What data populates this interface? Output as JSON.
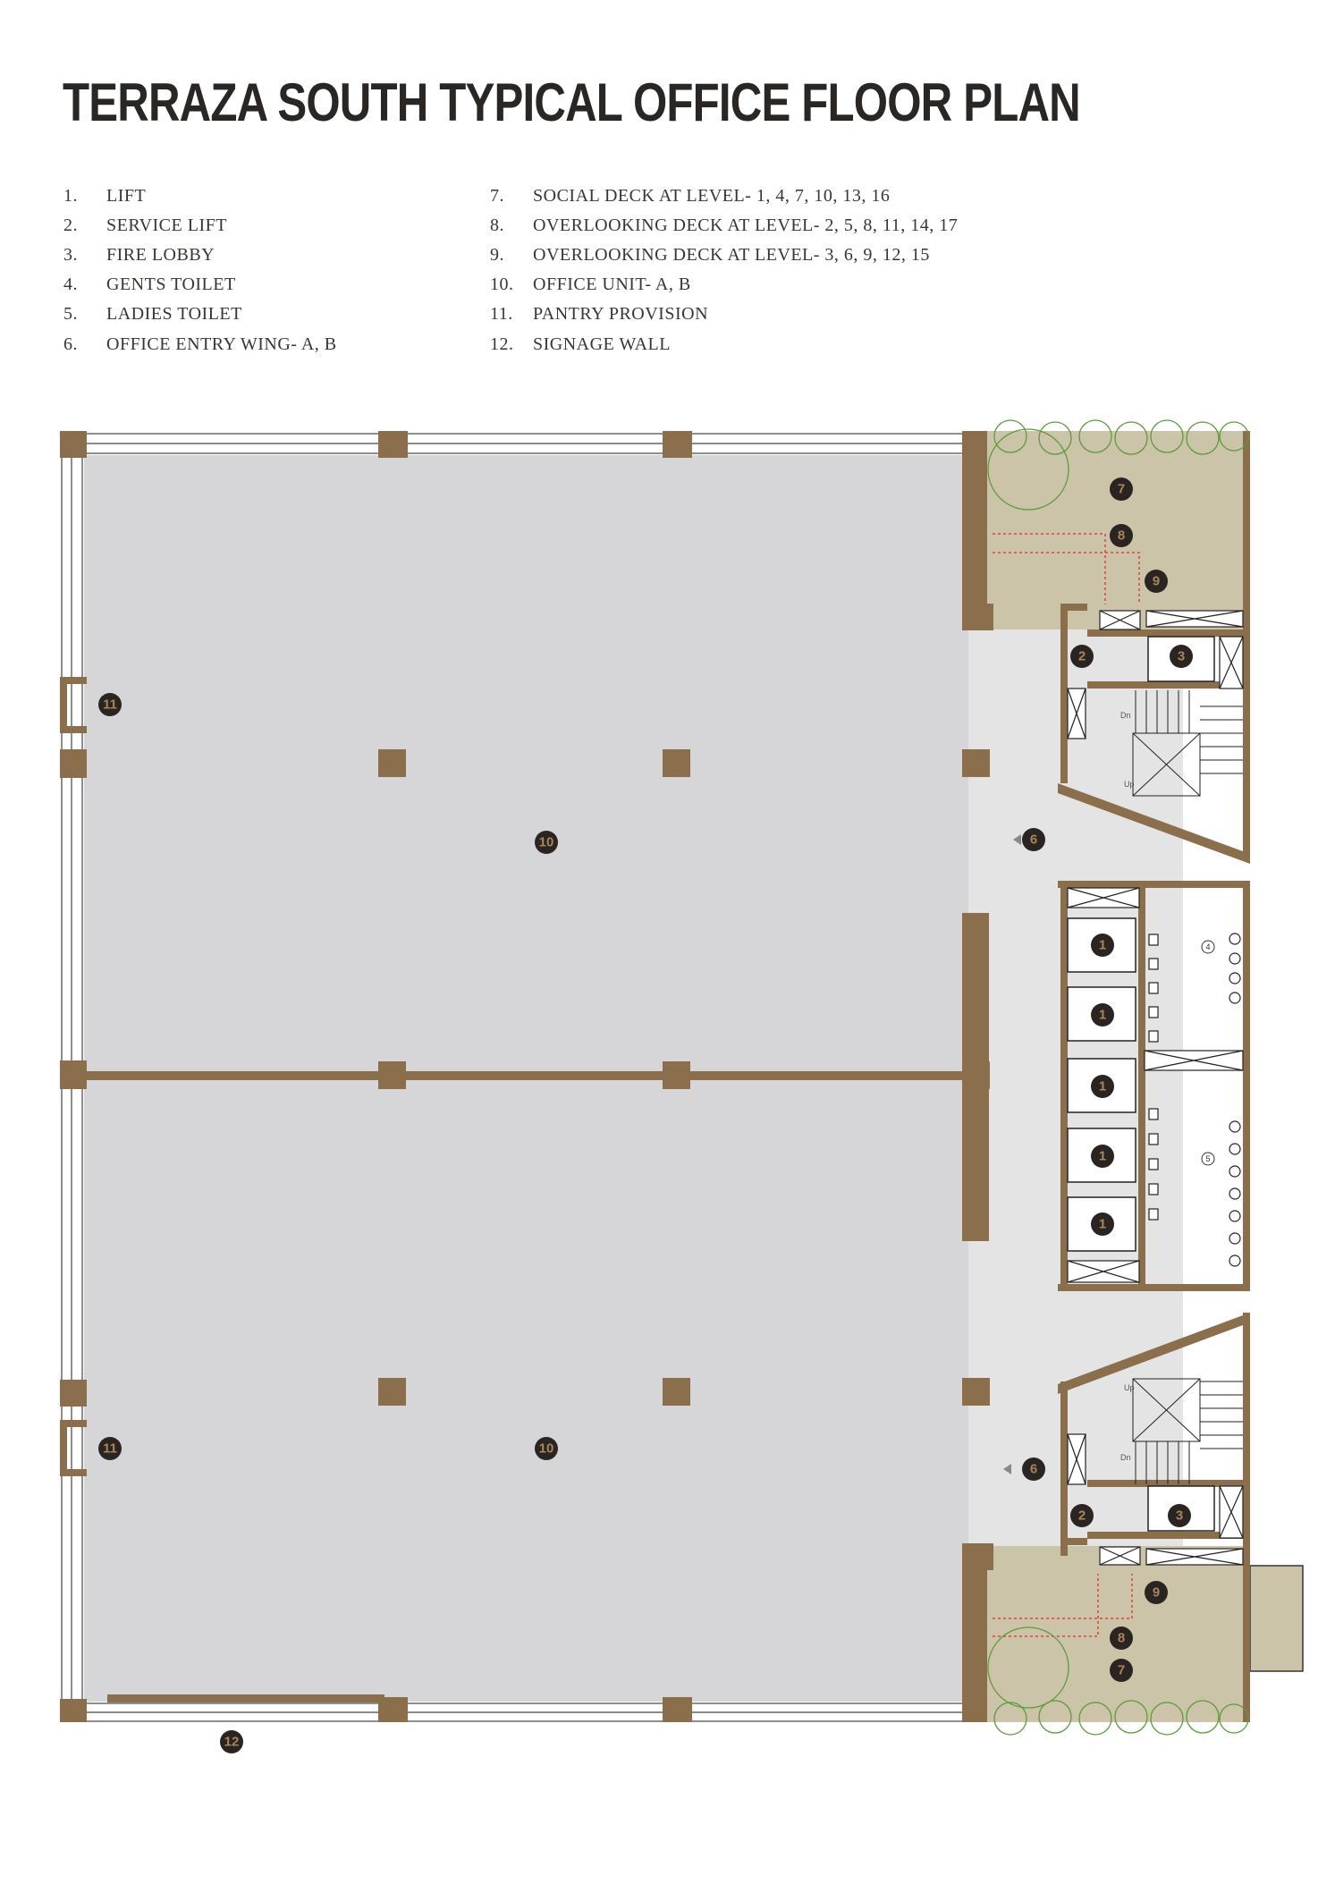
{
  "title": "TERRAZA SOUTH TYPICAL OFFICE FLOOR PLAN",
  "legend": [
    {
      "num": "1.",
      "label": "LIFT"
    },
    {
      "num": "2.",
      "label": "SERVICE LIFT"
    },
    {
      "num": "3.",
      "label": "FIRE LOBBY"
    },
    {
      "num": "4.",
      "label": "GENTS TOILET"
    },
    {
      "num": "5.",
      "label": "LADIES TOILET"
    },
    {
      "num": "6.",
      "label": "OFFICE ENTRY WING- A, B"
    },
    {
      "num": "7.",
      "label": "SOCIAL DECK AT LEVEL- 1, 4, 7, 10, 13, 16"
    },
    {
      "num": "8.",
      "label": "OVERLOOKING DECK AT LEVEL- 2, 5, 8, 11, 14, 17"
    },
    {
      "num": "9.",
      "label": "OVERLOOKING DECK AT LEVEL- 3, 6, 9, 12, 15"
    },
    {
      "num": "10.",
      "label": "OFFICE UNIT- A, B"
    },
    {
      "num": "11.",
      "label": "PANTRY PROVISION"
    },
    {
      "num": "12.",
      "label": "SIGNAGE WALL"
    }
  ],
  "plan": {
    "markers": {
      "m1": "1",
      "m2": "2",
      "m3": "3",
      "m4": "4",
      "m5": "5",
      "m6": "6",
      "m7": "7",
      "m8": "8",
      "m9": "9",
      "m10": "10",
      "m11": "11",
      "m12": "12"
    },
    "stair_dn": "Dn",
    "stair_up": "Up"
  },
  "colors": {
    "wall": "#8b6e4b",
    "office": "#d6d5d7",
    "core": "#e4e4e4",
    "deck": "#ccc4a8",
    "marker": "#2a2522",
    "plant": "#5f9a3c"
  }
}
